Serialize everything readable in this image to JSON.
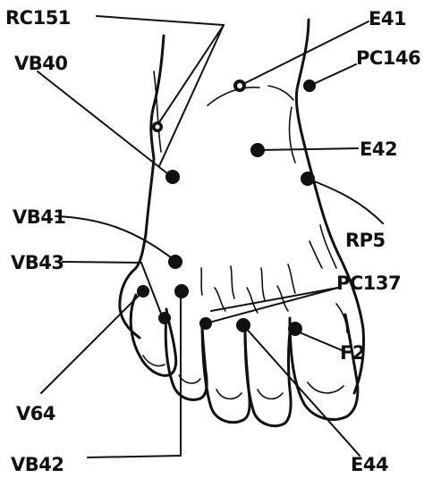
{
  "figure": {
    "labels": {
      "rc151": "RC151",
      "vb40": "VB40",
      "e41": "E41",
      "pc146": "PC146",
      "e42": "E42",
      "vb41": "VB41",
      "vb43": "VB43",
      "rp5": "RP5",
      "pc137": "PC137",
      "f2": "F2",
      "v64": "V64",
      "vb42": "VB42",
      "e44": "E44"
    },
    "colors": {
      "ink": "#111111",
      "background": "#ffffff"
    }
  }
}
